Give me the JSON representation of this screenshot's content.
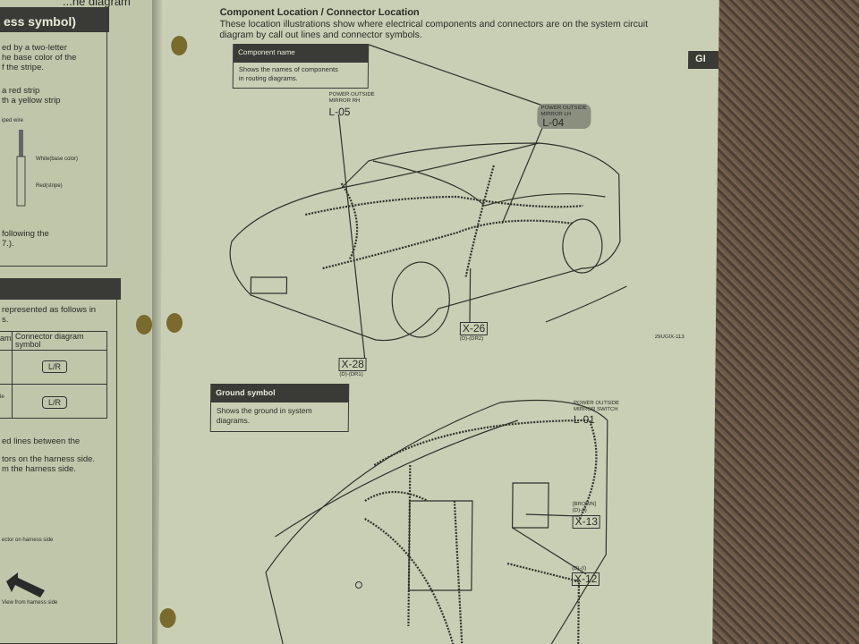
{
  "left_page": {
    "top_heading": "...he diagram",
    "section1_header": "ess symbol)",
    "s1_lines": [
      "ed by a two-letter",
      "he base color of the",
      "f the stripe."
    ],
    "s1_example": [
      "a red strip",
      "th a yellow strip"
    ],
    "striped_wire_label": "iped wire",
    "white_label": "White(base color)",
    "red_label": "Red(stripe)",
    "s1_footer": [
      "following the",
      "7.)."
    ],
    "s2_intro": [
      "represented as follows in",
      "s."
    ],
    "table": {
      "col1": "am",
      "col2": "Connector diagram symbol",
      "rows": [
        {
          "c1": "",
          "symbol": "L/R"
        },
        {
          "c1": "le",
          "symbol": "L/R"
        }
      ]
    },
    "s2_lines": [
      "ed lines between the",
      "tors on the harness side.",
      "m the harness side."
    ],
    "connector_caption": "ector on harness side",
    "view_caption": "View from harness side"
  },
  "right_page": {
    "title": "Component Location / Connector Location",
    "intro": [
      "These location illustrations show where electrical components and connectors are on the system circuit",
      "diagram by call out lines and connector symbols."
    ],
    "tab": "GI",
    "component_box": {
      "header": "Component name",
      "body": [
        "Shows the names of components",
        "in routing diagrams."
      ]
    },
    "ground_box": {
      "header": "Ground symbol",
      "body": [
        "Shows the ground in system",
        "diagrams."
      ]
    },
    "callouts": {
      "l05": {
        "name": [
          "POWER OUTSIDE",
          "MIRROR RH"
        ],
        "code": "L-05"
      },
      "l04": {
        "name": [
          "POWER OUTSIDE",
          "MIRROR LH"
        ],
        "code": "L-04"
      },
      "x26": {
        "code": "X-26",
        "sub": "(D)-(DR2)"
      },
      "x28": {
        "code": "X-28",
        "sub": "(D)-(DR1)"
      },
      "l01": {
        "name": [
          "POWER OUTSIDE",
          "MIRROR SWITCH"
        ],
        "code": "L-01"
      },
      "x13": {
        "pre": [
          "[BROWN]",
          "(D)-(I)"
        ],
        "code": "X-13"
      },
      "x12": {
        "pre": "(D)-(I)",
        "code": "X-12"
      }
    },
    "figure_id": "29UGIX-113"
  }
}
